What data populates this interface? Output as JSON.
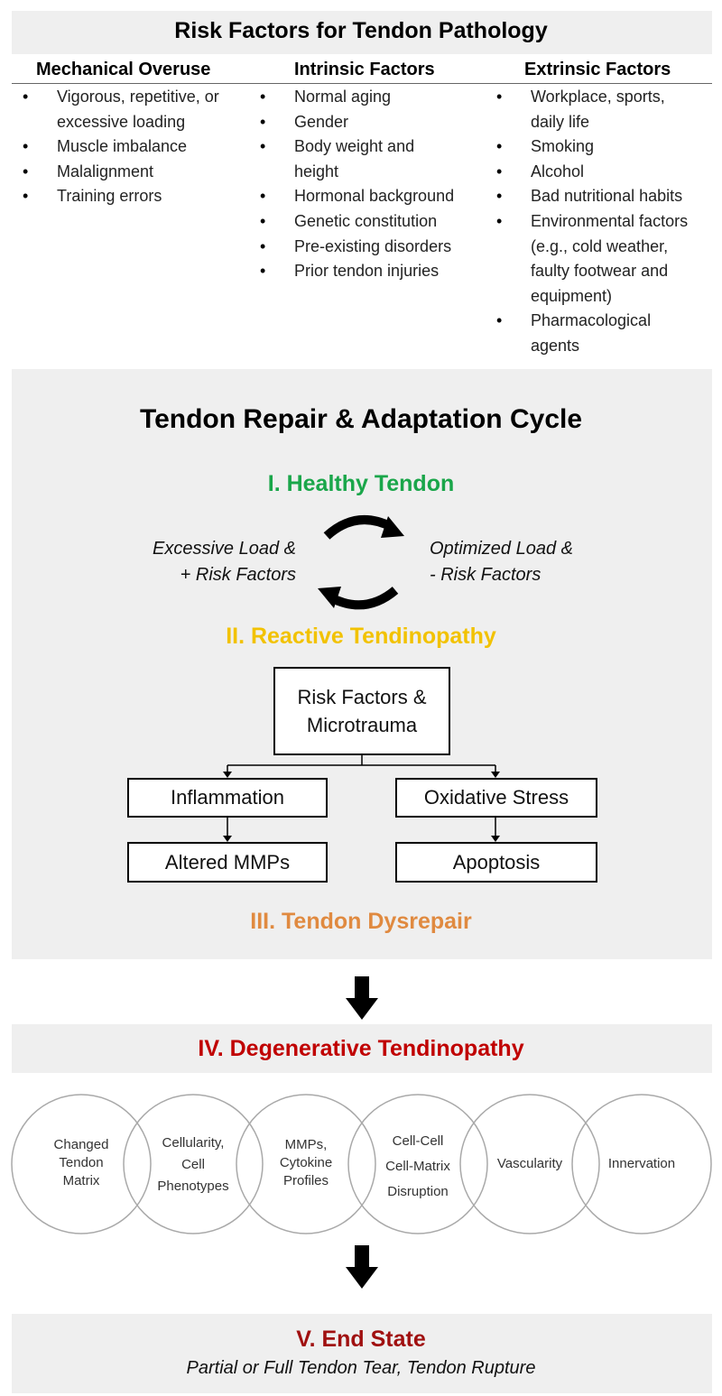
{
  "risk": {
    "title": "Risk Factors for Tendon Pathology",
    "columns": [
      {
        "heading": "Mechanical Overuse",
        "items": [
          "Vigorous, repetitive, or excessive loading",
          "Muscle imbalance",
          "Malalignment",
          "Training errors"
        ]
      },
      {
        "heading": "Intrinsic Factors",
        "items": [
          "Normal aging",
          "Gender",
          "Body weight and height",
          "Hormonal background",
          "Genetic constitution",
          "Pre-existing disorders",
          "Prior tendon injuries"
        ]
      },
      {
        "heading": "Extrinsic Factors",
        "items": [
          "Workplace, sports, daily life",
          "Smoking",
          "Alcohol",
          "Bad nutritional habits",
          "Environmental factors (e.g., cold weather, faulty footwear and equipment)",
          "Pharmacological agents"
        ]
      }
    ]
  },
  "cycle": {
    "title": "Tendon Repair & Adaptation Cycle",
    "stage1": "I. Healthy Tendon",
    "left_label_1": "Excessive Load &",
    "left_label_2": "+ Risk Factors",
    "right_label_1": "Optimized Load &",
    "right_label_2": "- Risk Factors",
    "stage2": "II. Reactive Tendinopathy",
    "box_top_1": "Risk Factors &",
    "box_top_2": "Microtrauma",
    "box_inflammation": "Inflammation",
    "box_oxidative": "Oxidative Stress",
    "box_mmps": "Altered MMPs",
    "box_apoptosis": "Apoptosis",
    "stage3": "III. Tendon Dysrepair"
  },
  "degenerative": {
    "title": "IV. Degenerative Tendinopathy",
    "circles": [
      {
        "line1": "Changed",
        "line2": "Tendon",
        "line3": "Matrix"
      },
      {
        "line1": "Cellularity,",
        "line2": "Cell",
        "line3": "Phenotypes"
      },
      {
        "line1": "MMPs,",
        "line2": "Cytokine",
        "line3": "Profiles"
      },
      {
        "line1": "Cell-Cell",
        "line2": "Cell-Matrix",
        "line3": "Disruption"
      },
      {
        "line1": "Vascularity"
      },
      {
        "line1": "Innervation"
      }
    ]
  },
  "end": {
    "title": "V. End State",
    "subtitle": "Partial or Full Tendon Tear, Tendon Rupture"
  },
  "colors": {
    "stage1": "#1aa64a",
    "stage2": "#f2c200",
    "stage3": "#e08a40",
    "stage4": "#c00000",
    "stage5": "#a01010",
    "band": "#efefef"
  }
}
